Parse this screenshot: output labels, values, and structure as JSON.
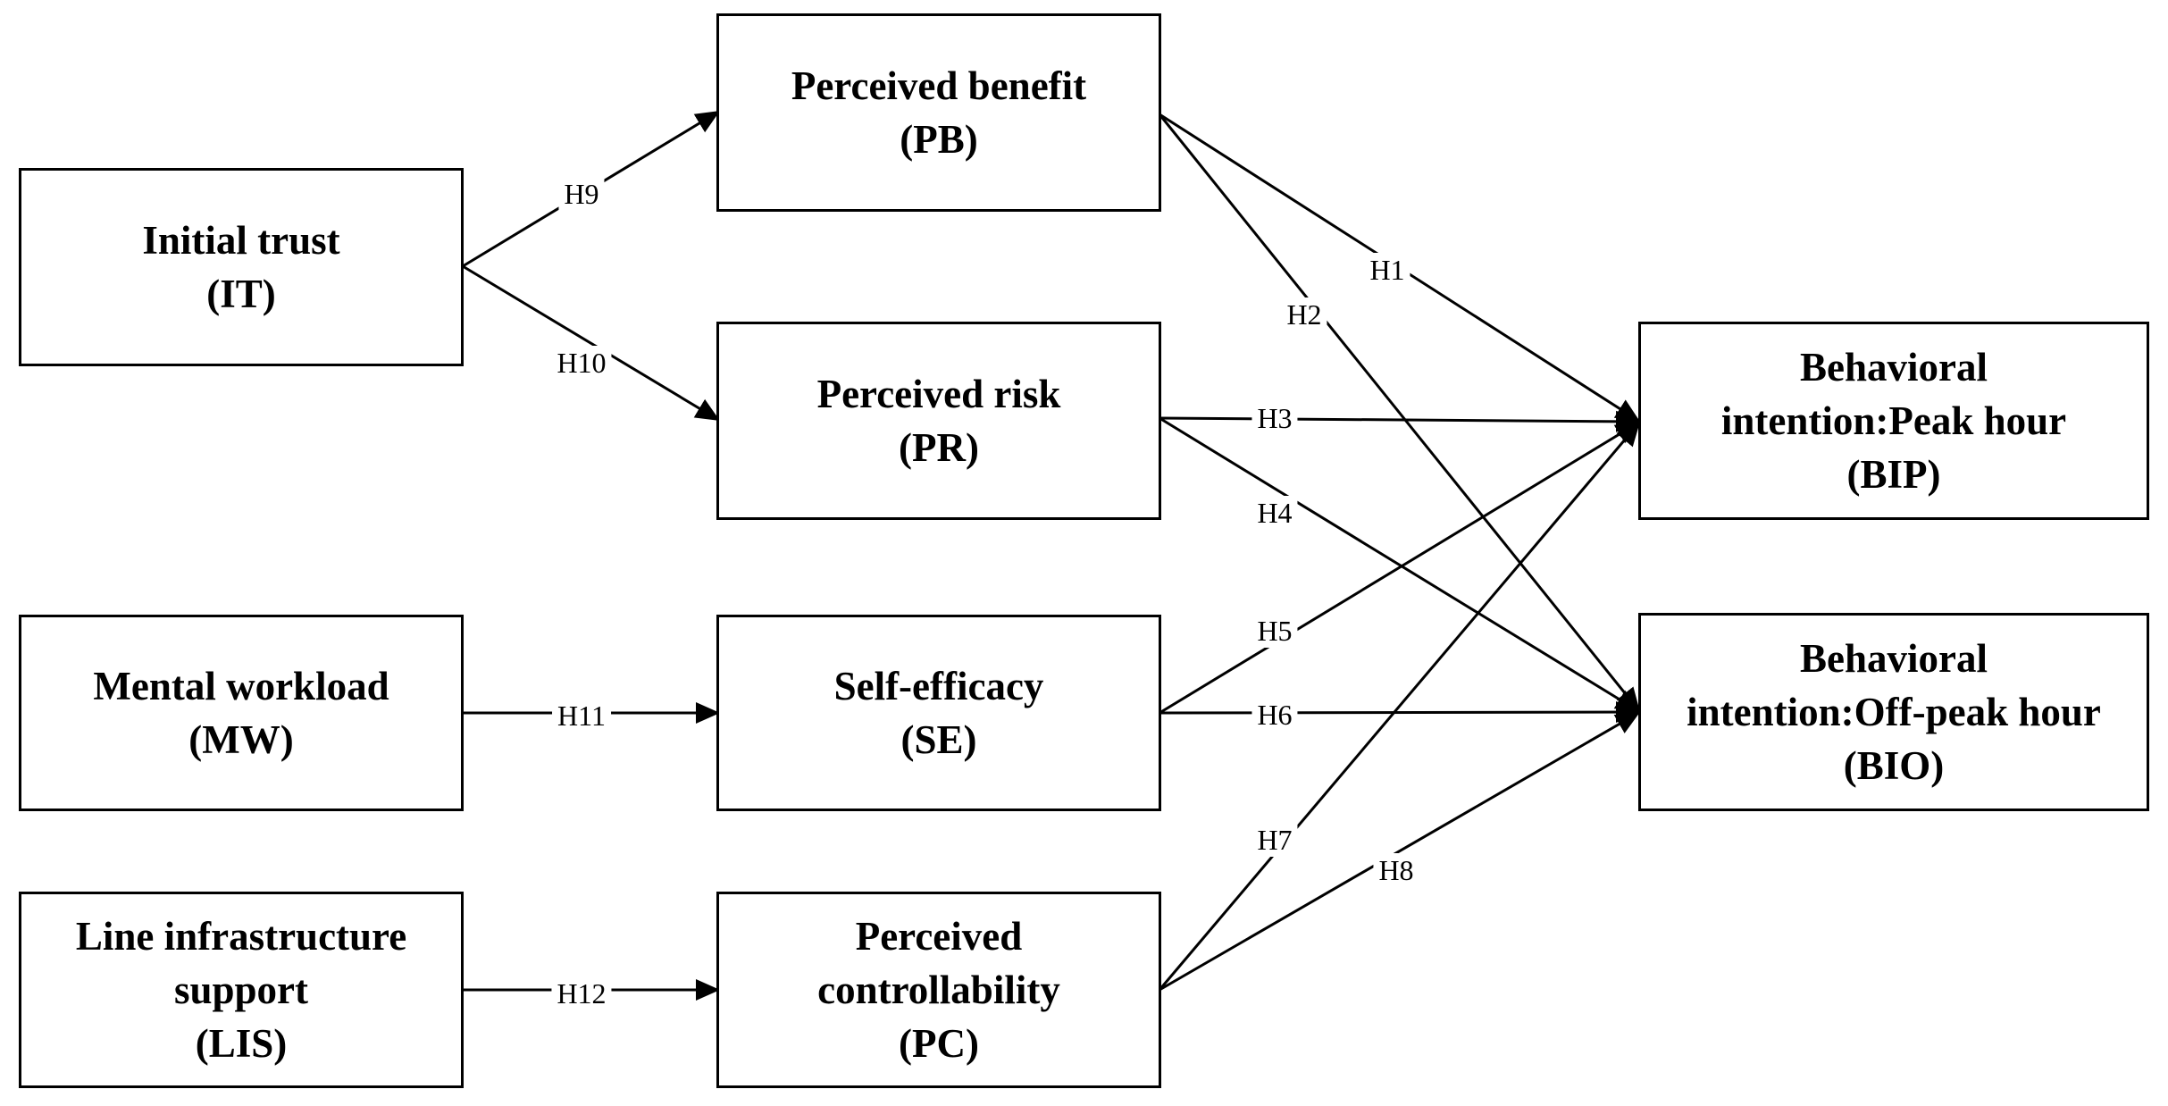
{
  "nodes": {
    "it": {
      "lines": [
        "Initial trust",
        "(IT)"
      ]
    },
    "mw": {
      "lines": [
        "Mental workload",
        "(MW)"
      ]
    },
    "lis": {
      "lines": [
        "Line infrastructure",
        "support",
        "(LIS)"
      ]
    },
    "pb": {
      "lines": [
        "Perceived benefit",
        "(PB)"
      ]
    },
    "pr": {
      "lines": [
        "Perceived risk",
        "(PR)"
      ]
    },
    "se": {
      "lines": [
        "Self-efficacy",
        "(SE)"
      ]
    },
    "pc": {
      "lines": [
        "Perceived",
        "controllability",
        "(PC)"
      ]
    },
    "bip": {
      "lines": [
        "Behavioral",
        "intention:Peak hour",
        "(BIP)"
      ]
    },
    "bio": {
      "lines": [
        "Behavioral",
        "intention:Off-peak hour",
        "(BIO)"
      ]
    }
  },
  "hypotheses": {
    "h1": "H1",
    "h2": "H2",
    "h3": "H3",
    "h4": "H4",
    "h5": "H5",
    "h6": "H6",
    "h7": "H7",
    "h8": "H8",
    "h9": "H9",
    "h10": "H10",
    "h11": "H11",
    "h12": "H12"
  },
  "colors": {
    "line": "#000000",
    "box_border": "#000000",
    "background": "#ffffff"
  }
}
